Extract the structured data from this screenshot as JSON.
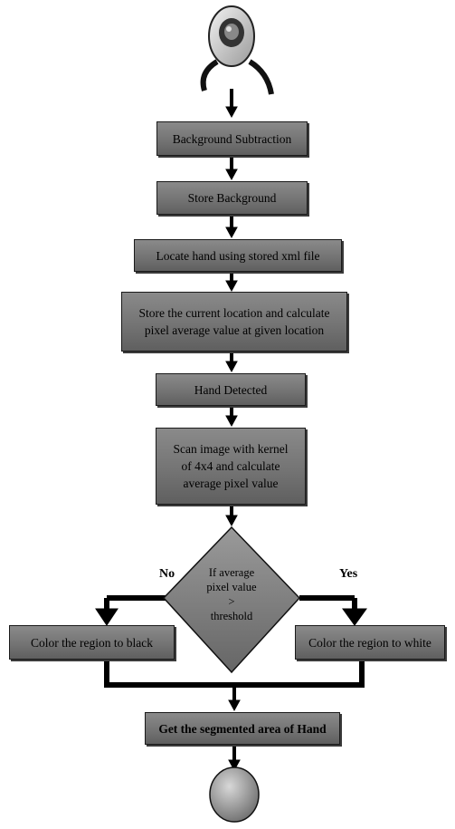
{
  "steps": {
    "background_subtraction": "Background Subtraction",
    "store_background": "Store Background",
    "locate_hand": "Locate hand using stored xml file",
    "store_location_line1": "Store the current location and calculate",
    "store_location_line2": "pixel average value at given location",
    "hand_detected": "Hand Detected",
    "scan_line1": "Scan image with kernel",
    "scan_line2": "of 4x4 and calculate",
    "scan_line3": "average pixel value",
    "color_black": "Color the region to black",
    "color_white": "Color the region to white",
    "segmented": "Get the segmented area of Hand"
  },
  "decision": {
    "line1": "If average",
    "line2": "pixel value",
    "line3": ">",
    "line4": "threshold",
    "no_label": "No",
    "yes_label": "Yes"
  },
  "icons": {
    "start": "webcam-icon",
    "end": "terminal-circle"
  }
}
